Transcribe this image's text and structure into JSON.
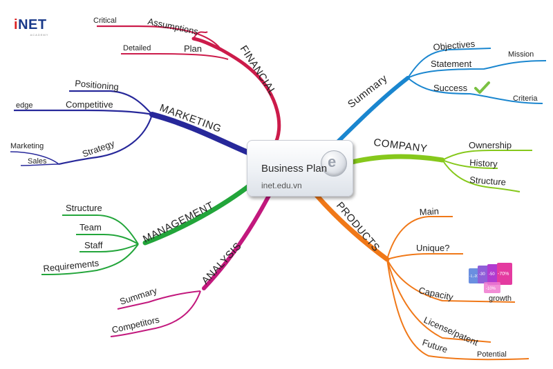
{
  "logo": {
    "letter": "i",
    "word": "NET",
    "subtext": "ACADEMY"
  },
  "center": {
    "title": "Business Plan",
    "url": "inet.edu.vn"
  },
  "colors": {
    "financial": "#cc1b4a",
    "marketing": "#27289a",
    "management": "#22a53a",
    "analysis": "#c2187d",
    "summary": "#1a86cf",
    "company": "#86c81b",
    "products": "#f07818",
    "check": "#7ac142"
  },
  "branches": {
    "financial": {
      "label": "FINANCIAL",
      "subs": [
        "Assumptions",
        "Plan"
      ],
      "leaves": [
        "Critical",
        "Detailed"
      ]
    },
    "marketing": {
      "label": "MARKETING",
      "subs": [
        "Positioning",
        "Competitive",
        "Strategy"
      ],
      "leaves": [
        "edge",
        "Marketing",
        "Sales"
      ]
    },
    "management": {
      "label": "MANAGEMENT",
      "subs": [
        "Structure",
        "Team",
        "Staff",
        "Requirements"
      ]
    },
    "analysis": {
      "label": "ANALYSIS",
      "subs": [
        "Summary",
        "Competitors"
      ]
    },
    "summary": {
      "label": "Summary",
      "subs": [
        "Objectives",
        "Statement",
        "Success"
      ],
      "leaves": [
        "Mission",
        "Criteria"
      ]
    },
    "company": {
      "label": "COMPANY",
      "subs": [
        "Ownership",
        "History",
        "Structure"
      ]
    },
    "products": {
      "label": "PRODUCTS",
      "subs": [
        "Main",
        "Unique?",
        "Capacity",
        "License/patent",
        "Future"
      ],
      "leaves": [
        "growth",
        "Potential"
      ],
      "sale_tags": [
        "-1,-20",
        "-30",
        "-50",
        "-70%",
        "-10%"
      ]
    }
  }
}
